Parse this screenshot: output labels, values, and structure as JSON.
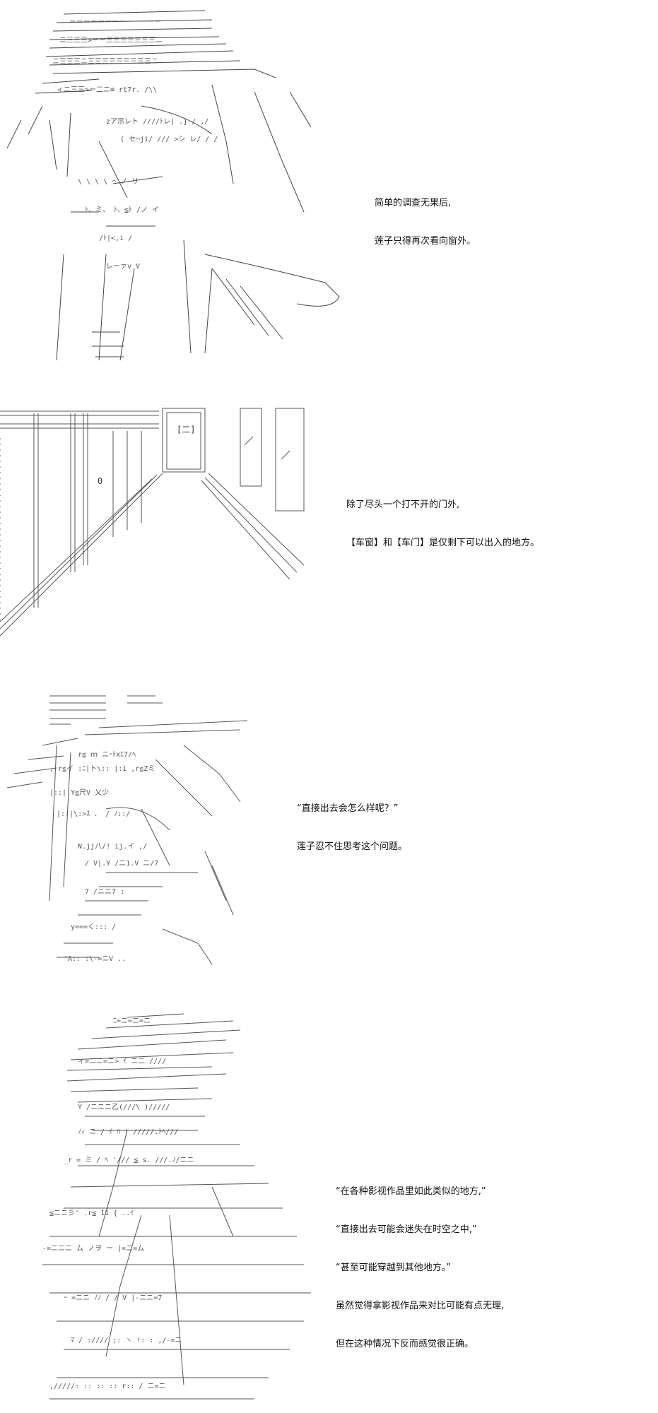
{
  "panels": [
    {
      "id": "panel-1",
      "caption": [
        "简单的调查无果后,",
        "莲子只得再次看向窗外。"
      ]
    },
    {
      "id": "panel-2",
      "caption": [
        "除了尽头一个打不开的门外,",
        "【车窗】和【车门】是仅剩下可以出入的地方。"
      ],
      "door_sign": "[二]",
      "digit": "0"
    },
    {
      "id": "panel-3",
      "caption": [
        "“直接出去会怎么样呢？”",
        "莲子忍不住思考这个问题。"
      ]
    },
    {
      "id": "panel-4",
      "caption": [
        "“在各种影视作品里如此类似的地方,”",
        "“直接出去可能会迷失在时空之中,”",
        "“甚至可能穿越到其他地方。”",
        "虽然觉得拿影视作品来对比可能有点无理,",
        "但在这种情况下反而感觉很正确。"
      ]
    }
  ]
}
